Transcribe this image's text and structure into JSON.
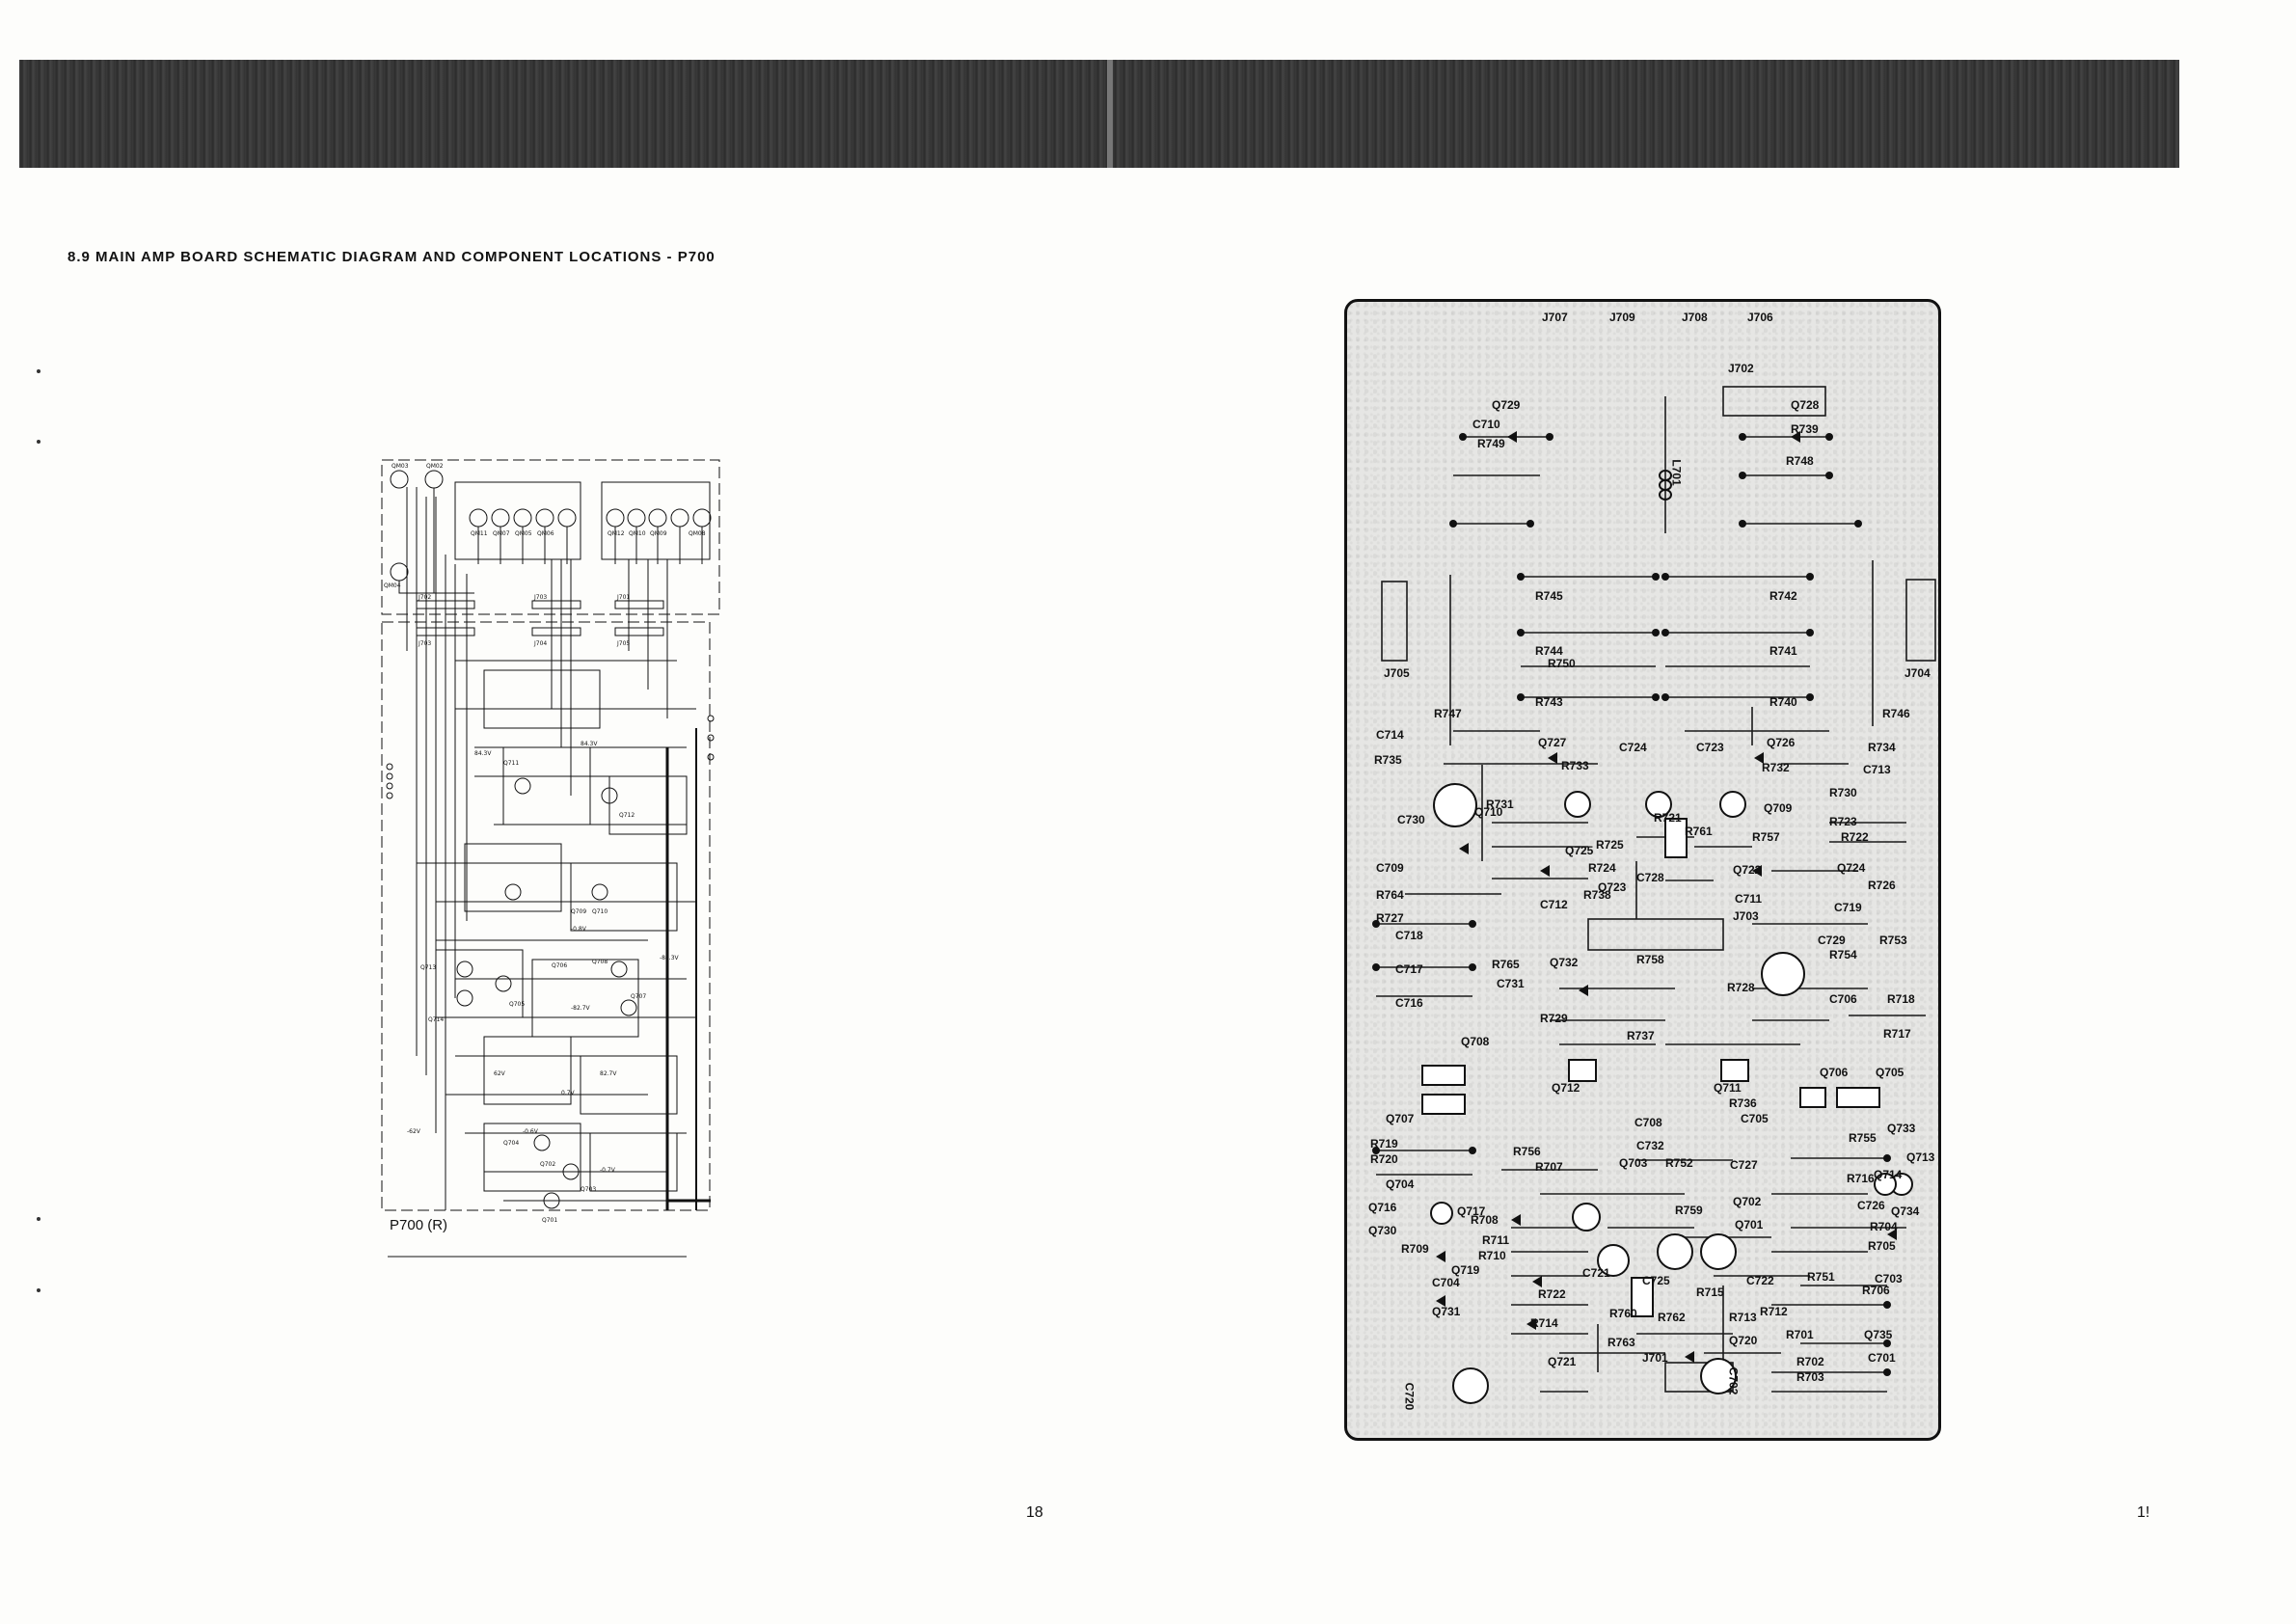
{
  "section_title": "8.9 MAIN AMP BOARD SCHEMATIC DIAGRAM AND COMPONENT LOCATIONS - P700",
  "schematic": {
    "board_label": "P700 (R)",
    "top_transistors": [
      "QM03",
      "QM02",
      "QM04",
      "QM11",
      "QM07",
      "QM05",
      "QM06",
      "QM12",
      "QM10",
      "QM09",
      "QM08"
    ],
    "connectors": [
      "J702",
      "J703",
      "J701",
      "J703",
      "J704",
      "J705"
    ],
    "transistors": [
      "Q713",
      "Q714",
      "Q705",
      "Q706",
      "Q708",
      "Q707",
      "Q709",
      "Q710",
      "Q711",
      "Q712",
      "Q702",
      "Q701",
      "Q703",
      "Q704"
    ],
    "caption_values": [
      "84.3V",
      "84.3V",
      "-84.3V",
      "-0.8V",
      "-82.7V",
      "82.7V",
      "-0.6V",
      "0.7V",
      "-0.7V",
      "62V",
      "-62V"
    ]
  },
  "board": {
    "top_jacks": [
      "J707",
      "J709",
      "J708",
      "J706"
    ],
    "labels": [
      {
        "t": "J702"
      },
      {
        "t": "Q729"
      },
      {
        "t": "Q728"
      },
      {
        "t": "C710"
      },
      {
        "t": "R739"
      },
      {
        "t": "L701"
      },
      {
        "t": "R749"
      },
      {
        "t": "R748"
      },
      {
        "t": "R745"
      },
      {
        "t": "R742"
      },
      {
        "t": "R744"
      },
      {
        "t": "R741"
      },
      {
        "t": "R750"
      },
      {
        "t": "R743"
      },
      {
        "t": "R740"
      },
      {
        "t": "J705"
      },
      {
        "t": "J704"
      },
      {
        "t": "R747"
      },
      {
        "t": "R746"
      },
      {
        "t": "C714"
      },
      {
        "t": "Q727"
      },
      {
        "t": "C724"
      },
      {
        "t": "C723"
      },
      {
        "t": "Q726"
      },
      {
        "t": "R734"
      },
      {
        "t": "R735"
      },
      {
        "t": "R733"
      },
      {
        "t": "R732"
      },
      {
        "t": "C713"
      },
      {
        "t": "R731"
      },
      {
        "t": "Q710"
      },
      {
        "t": "R721"
      },
      {
        "t": "Q709"
      },
      {
        "t": "R730"
      },
      {
        "t": "C730"
      },
      {
        "t": "Q725"
      },
      {
        "t": "R725"
      },
      {
        "t": "R761"
      },
      {
        "t": "R757"
      },
      {
        "t": "R723"
      },
      {
        "t": "R724"
      },
      {
        "t": "R722"
      },
      {
        "t": "C709"
      },
      {
        "t": "Q723"
      },
      {
        "t": "C728"
      },
      {
        "t": "Q722"
      },
      {
        "t": "Q724"
      },
      {
        "t": "R764"
      },
      {
        "t": "C712"
      },
      {
        "t": "R738"
      },
      {
        "t": "C711"
      },
      {
        "t": "R726"
      },
      {
        "t": "R727"
      },
      {
        "t": "J703"
      },
      {
        "t": "C719"
      },
      {
        "t": "C718"
      },
      {
        "t": "C729"
      },
      {
        "t": "R753"
      },
      {
        "t": "R765"
      },
      {
        "t": "Q732"
      },
      {
        "t": "R758"
      },
      {
        "t": "R754"
      },
      {
        "t": "C717"
      },
      {
        "t": "C731"
      },
      {
        "t": "R728"
      },
      {
        "t": "C706"
      },
      {
        "t": "R718"
      },
      {
        "t": "C716"
      },
      {
        "t": "R729"
      },
      {
        "t": "R737"
      },
      {
        "t": "R717"
      },
      {
        "t": "Q708"
      },
      {
        "t": "Q712"
      },
      {
        "t": "Q711"
      },
      {
        "t": "Q706"
      },
      {
        "t": "Q707"
      },
      {
        "t": "Q705"
      },
      {
        "t": "C708"
      },
      {
        "t": "R736"
      },
      {
        "t": "C705"
      },
      {
        "t": "Q733"
      },
      {
        "t": "R719"
      },
      {
        "t": "C732"
      },
      {
        "t": "R755"
      },
      {
        "t": "R756"
      },
      {
        "t": "R720"
      },
      {
        "t": "R707"
      },
      {
        "t": "Q703"
      },
      {
        "t": "R752"
      },
      {
        "t": "C727"
      },
      {
        "t": "Q714"
      },
      {
        "t": "Q713"
      },
      {
        "t": "R716"
      },
      {
        "t": "Q704"
      },
      {
        "t": "Q717"
      },
      {
        "t": "R759"
      },
      {
        "t": "Q702"
      },
      {
        "t": "C726"
      },
      {
        "t": "Q734"
      },
      {
        "t": "Q716"
      },
      {
        "t": "R708"
      },
      {
        "t": "Q701"
      },
      {
        "t": "R704"
      },
      {
        "t": "Q730"
      },
      {
        "t": "R711"
      },
      {
        "t": "R705"
      },
      {
        "t": "R709"
      },
      {
        "t": "R710"
      },
      {
        "t": "C721"
      },
      {
        "t": "C725"
      },
      {
        "t": "C722"
      },
      {
        "t": "R751"
      },
      {
        "t": "C703"
      },
      {
        "t": "Q719"
      },
      {
        "t": "C704"
      },
      {
        "t": "R715"
      },
      {
        "t": "R706"
      },
      {
        "t": "R722"
      },
      {
        "t": "Q731"
      },
      {
        "t": "R760"
      },
      {
        "t": "R762"
      },
      {
        "t": "R713"
      },
      {
        "t": "R714"
      },
      {
        "t": "Q720"
      },
      {
        "t": "R701"
      },
      {
        "t": "Q735"
      },
      {
        "t": "R763"
      },
      {
        "t": "C720"
      },
      {
        "t": "Q721"
      },
      {
        "t": "J701"
      },
      {
        "t": "C702"
      },
      {
        "t": "R702"
      },
      {
        "t": "C701"
      },
      {
        "t": "R703"
      },
      {
        "t": "R712"
      }
    ]
  },
  "page_numbers": {
    "left": "18",
    "right": "1!"
  }
}
